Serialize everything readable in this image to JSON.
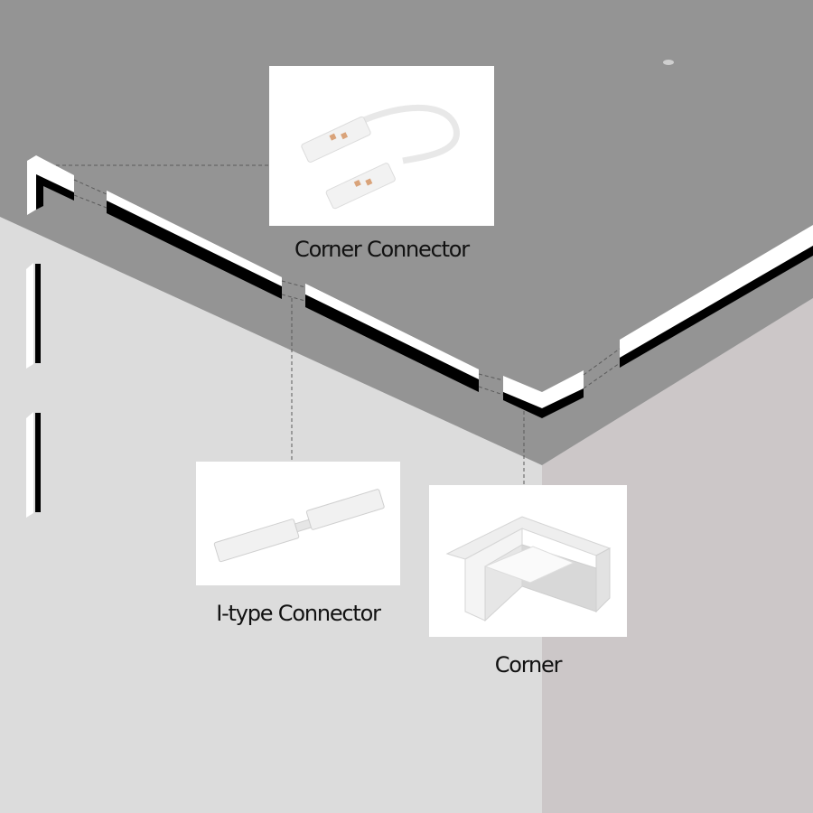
{
  "colors": {
    "ceiling": "#949494",
    "left_wall": "#dcdcdc",
    "right_wall": "#ccc7c8",
    "profile_light": "#ffffff",
    "profile_shadow": "#000000",
    "card": "#ffffff",
    "text": "#111111",
    "leader_line": "#5a5a5a"
  },
  "callouts": [
    {
      "id": "corner-connector",
      "label": "Corner Connector",
      "icon": "flex-cable-connector-icon"
    },
    {
      "id": "i-type-connector",
      "label": "I-type Connector",
      "icon": "straight-connector-icon"
    },
    {
      "id": "corner",
      "label": "Corner",
      "icon": "l-corner-profile-icon"
    }
  ]
}
